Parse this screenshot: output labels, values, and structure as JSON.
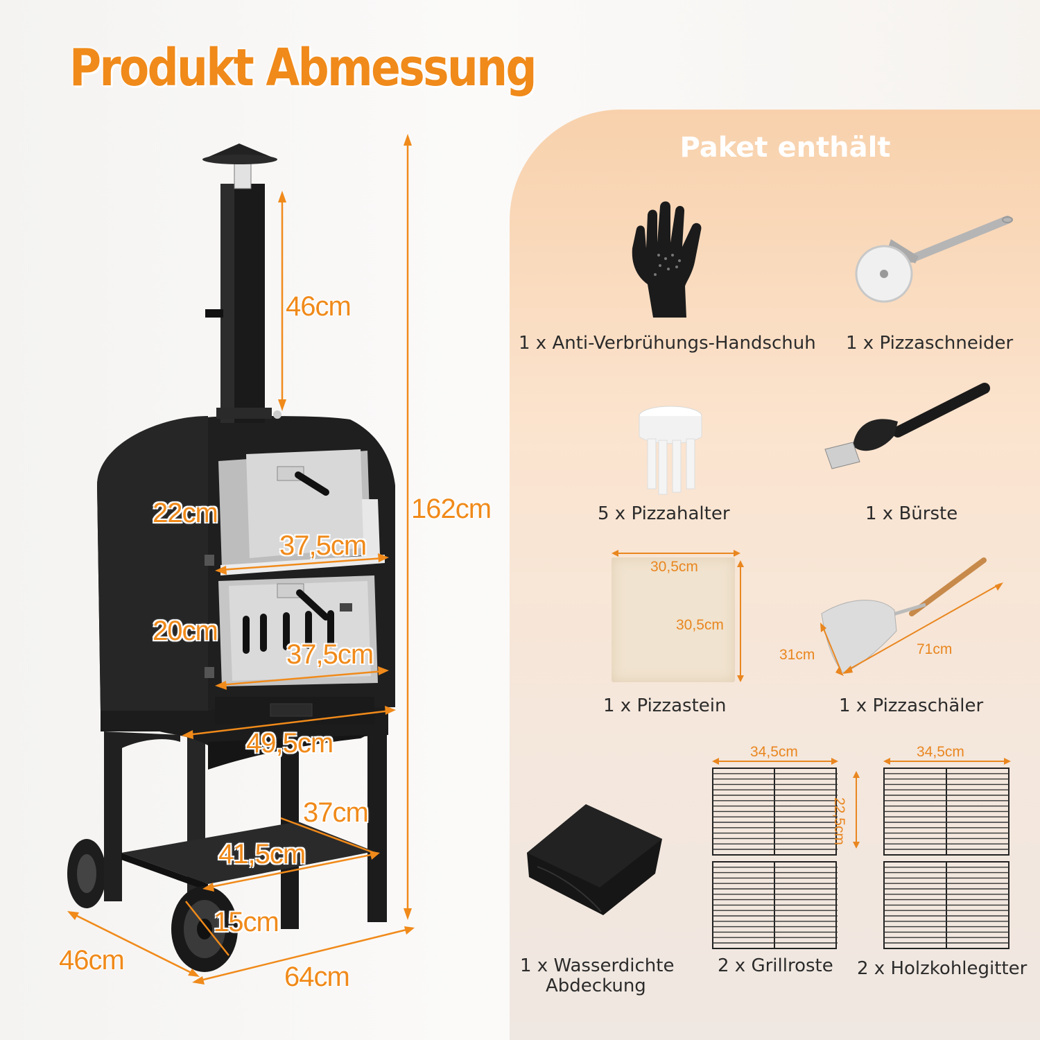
{
  "title": "Produkt Abmessung",
  "package_heading": "Paket enthält",
  "accent_color": "#f08a1a",
  "oven_dimensions": {
    "chimney_height": "46cm",
    "total_height": "162cm",
    "upper_chamber_height": "22cm",
    "upper_chamber_width": "37,5cm",
    "lower_chamber_height": "20cm",
    "lower_chamber_width": "37,5cm",
    "body_width": "49,5cm",
    "shelf_depth": "37cm",
    "shelf_width": "41,5cm",
    "wheel_diameter": "15cm",
    "base_depth": "46cm",
    "base_width": "64cm"
  },
  "items": {
    "glove": {
      "label": "1 x Anti-Verbrühungs-Handschuh",
      "icon": "glove-icon"
    },
    "cutter": {
      "label": "1 x Pizzaschneider",
      "icon": "pizza-cutter-icon"
    },
    "holder": {
      "label": "5 x Pizzahalter",
      "icon": "pizza-holder-icon"
    },
    "brush": {
      "label": "1 x Bürste",
      "icon": "brush-icon"
    },
    "stone": {
      "label": "1 x Pizzastein",
      "icon": "pizza-stone-icon",
      "width": "30,5cm",
      "height": "30,5cm"
    },
    "peel": {
      "label": "1 x Pizzaschäler",
      "icon": "pizza-peel-icon",
      "width": "31cm",
      "length": "71cm"
    },
    "cover": {
      "label_line1": "1 x Wasserdichte",
      "label_line2": "Abdeckung",
      "icon": "cover-icon"
    },
    "grill": {
      "label": "2 x Grillroste",
      "icon": "grill-rack-icon",
      "width": "34,5cm",
      "height": "22,5cm"
    },
    "charcoal": {
      "label": "2 x Holzkohlegitter",
      "icon": "charcoal-grid-icon",
      "width": "34,5cm"
    }
  }
}
